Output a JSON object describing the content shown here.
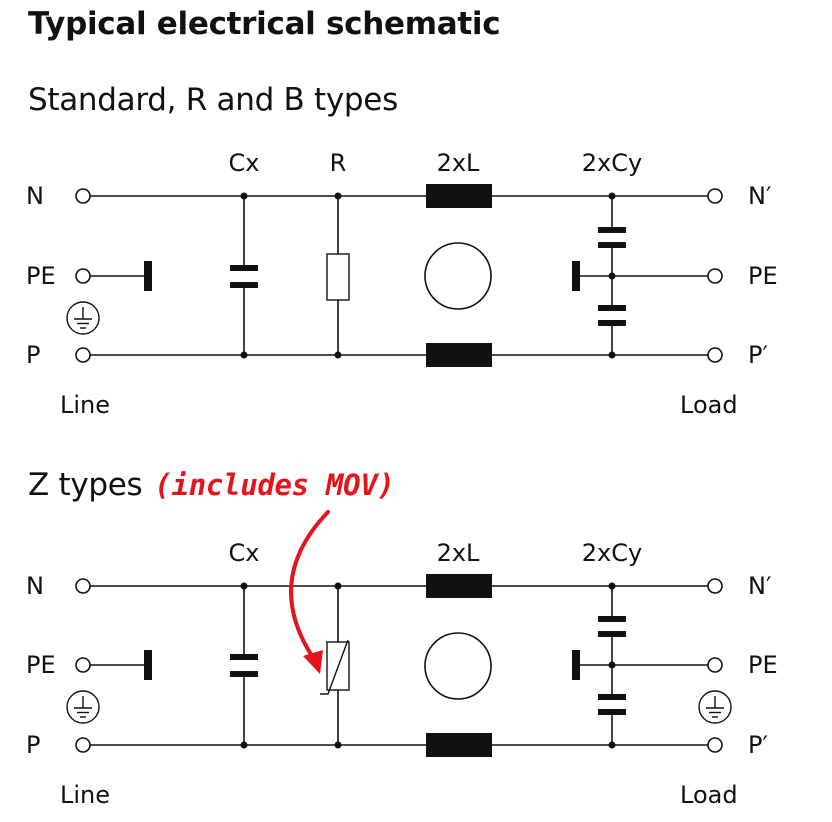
{
  "title": "Typical electrical schematic",
  "section1": {
    "subtitle": "Standard, R and B types",
    "components": {
      "cx": "Cx",
      "r": "R",
      "inductor": "2xL",
      "cy": "2xCy"
    },
    "terminals_in": {
      "n": "N",
      "pe": "PE",
      "p": "P"
    },
    "terminals_out": {
      "n": "N′",
      "pe": "PE",
      "p": "P′"
    },
    "line_label": "Line",
    "load_label": "Load"
  },
  "section2": {
    "subtitle": "Z types",
    "note": "(includes MOV)",
    "components": {
      "cx": "Cx",
      "inductor": "2xL",
      "cy": "2xCy"
    },
    "terminals_in": {
      "n": "N",
      "pe": "PE",
      "p": "P"
    },
    "terminals_out": {
      "n": "N′",
      "pe": "PE",
      "p": "P′"
    },
    "line_label": "Line",
    "load_label": "Load"
  },
  "colors": {
    "annotation": "#e4141b",
    "ink": "#111111"
  },
  "icons": [
    "ground-symbol-icon",
    "annotation-arrow-icon",
    "terminal-circle-icon"
  ]
}
